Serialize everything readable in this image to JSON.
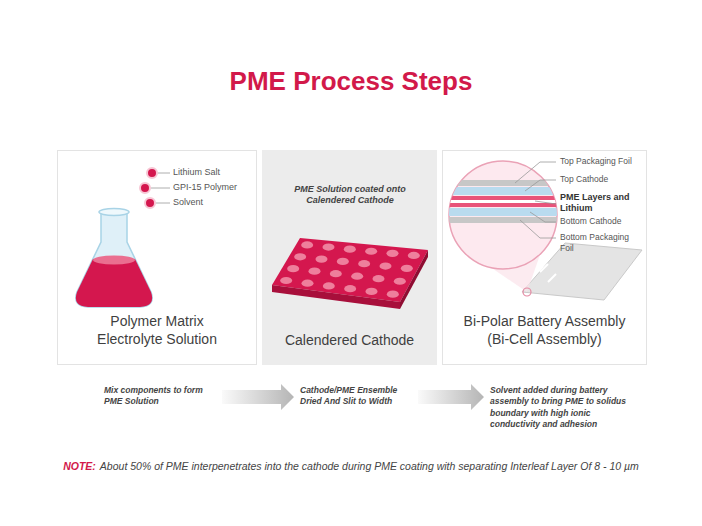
{
  "diagram": {
    "title": "PME Process Steps",
    "nodes": [
      {
        "text": [
          "Polymer Matrix Electrolyte Solution"
        ]
      },
      {
        "text": [
          "Calendered Cathode"
        ]
      },
      {
        "text": [
          "Bi-Polar Battery Assembly (Bi-Cell Assembly)"
        ]
      },
      {
        "text": [
          "Mix components to form PME Solution"
        ]
      },
      {
        "text": [
          "Cathode/PME Ensemble Dried And Slit to Width"
        ]
      },
      {
        "text": [
          "Solvent added during battery assembly to bring PME to solidus boundary with high ionic conductivity and adhesion"
        ]
      }
    ],
    "edges": [
      {
        "from": 3,
        "to": 4,
        "arrow": "to"
      },
      {
        "from": 4,
        "to": 5,
        "arrow": "to"
      }
    ],
    "labels": [
      "Lithium Salt",
      "GPI-15 Polymer",
      "Solvent",
      "PME Solution coated onto Calendered Cathode",
      "Top Packaging Foil",
      "Top Cathode",
      "PME Layers and Lithium",
      "Bottom Cathode",
      "Bottom Packaging Foil",
      "NOTE:",
      "About 50% of PME interpenetrates into the cathode during PME coating with separating Interleaf Layer Of 8 - 10 µm"
    ]
  }
}
